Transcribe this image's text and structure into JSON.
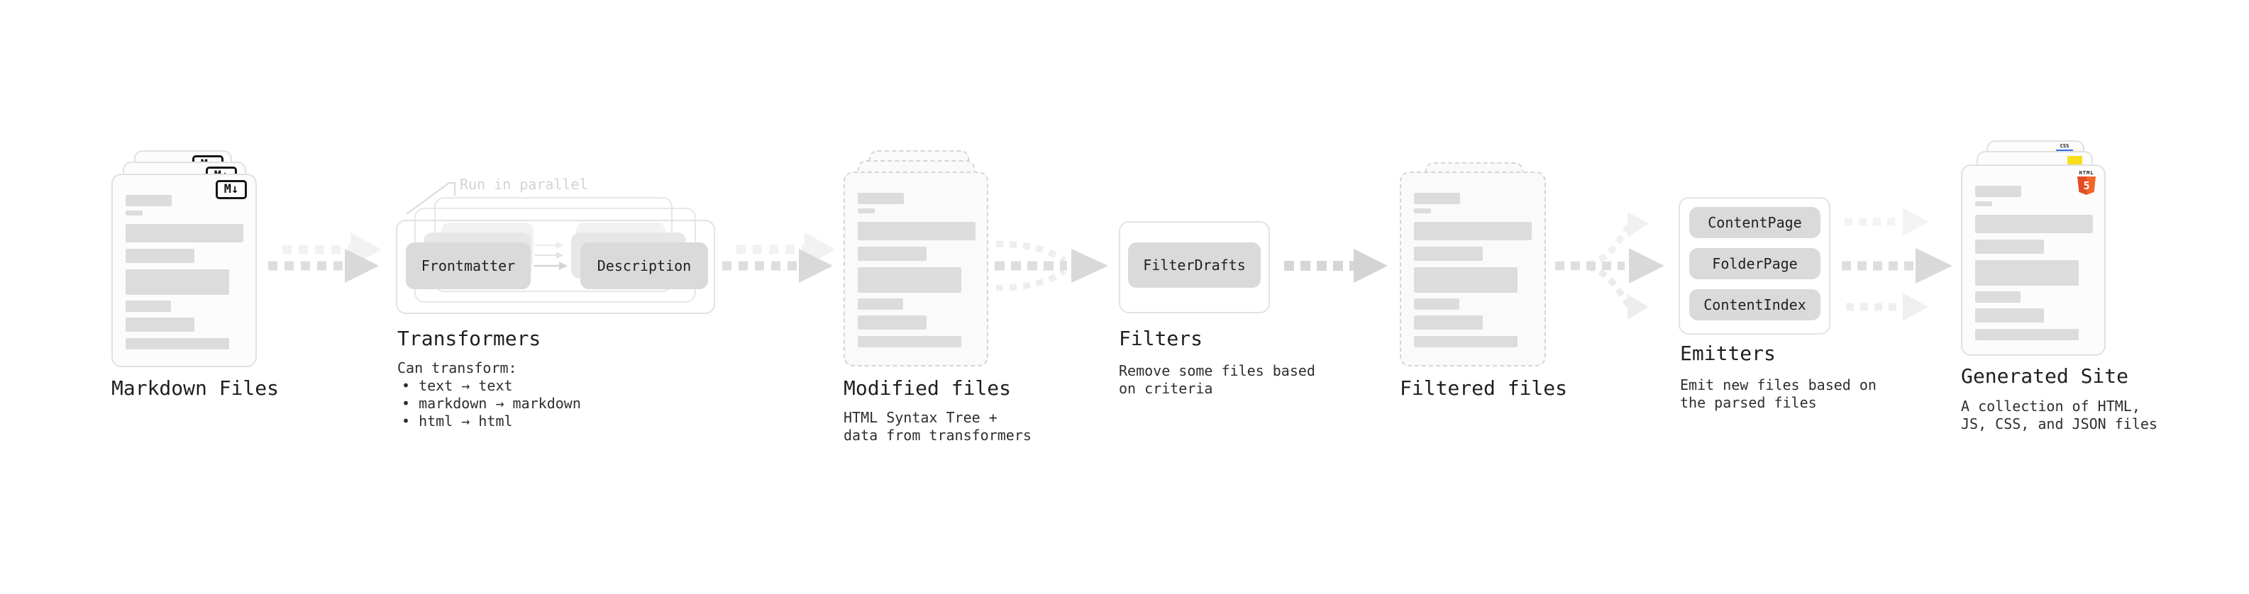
{
  "colors": {
    "background": "#ffffff",
    "card_border": "#e3e3e3",
    "dashed_border": "#d5d5d5",
    "doc_fill": "#fcfcfc",
    "placeholder_bar": "#dcdcdc",
    "chip_fill": "#dadada",
    "chip_text": "#212121",
    "arrow_main": "#d8d8d8",
    "arrow_ghost": "#f1f1f1",
    "title_text": "#1f1f1f",
    "body_text": "#2e2e2e",
    "annotation_text": "#d3d3d3",
    "html5_orange": "#e44d26",
    "js_yellow": "#f7df1e",
    "css_blue": "#2f6fe0"
  },
  "stages": [
    {
      "title": "Markdown Files",
      "badge_label": "M↓"
    },
    {
      "title": "Transformers",
      "annotation": "Run in parallel",
      "chips": [
        "Frontmatter",
        "Description"
      ],
      "intro": "Can transform:",
      "bullets": [
        "• text → text",
        "• markdown → markdown",
        "• html → html"
      ]
    },
    {
      "title": "Modified files",
      "subtitle_lines": [
        "HTML Syntax Tree +",
        "data from transformers"
      ]
    },
    {
      "title": "Filters",
      "chips": [
        "FilterDrafts"
      ],
      "subtitle_lines": [
        "Remove some files based",
        "on criteria"
      ]
    },
    {
      "title": "Filtered files"
    },
    {
      "title": "Emitters",
      "chips": [
        "ContentPage",
        "FolderPage",
        "ContentIndex"
      ],
      "subtitle_lines": [
        "Emit new files based on",
        "the parsed files"
      ]
    },
    {
      "title": "Generated Site",
      "subtitle_lines": [
        "A collection of HTML,",
        "JS, CSS, and JSON files"
      ],
      "file_badges": {
        "html_label": "HTML",
        "html_number": "5",
        "css_label": "CSS"
      }
    }
  ]
}
